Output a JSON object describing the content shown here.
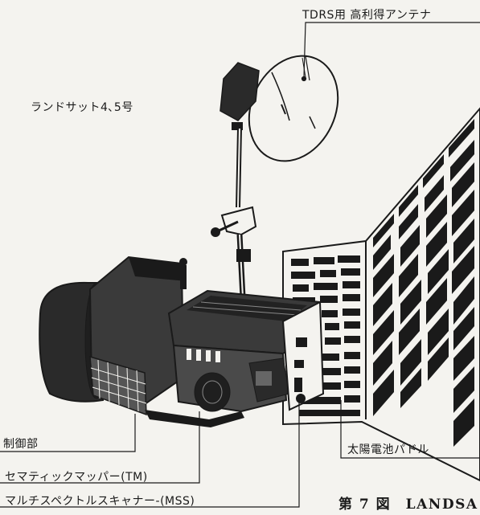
{
  "figure": {
    "model_label": "ランドサット4､5号",
    "caption": "第 7 図　LANDSA"
  },
  "labels": {
    "antenna": "TDRS用 高利得アンテナ",
    "control": "制御部",
    "tm": "セマティックマッパー(TM)",
    "mss": "マルチスペクトルスキャナー-(MSS)",
    "solar_paddle": "太陽電池パドル"
  },
  "colors": {
    "ink": "#1a1a1a",
    "paper": "#f4f3ef",
    "shade": "#2a2a2a"
  }
}
